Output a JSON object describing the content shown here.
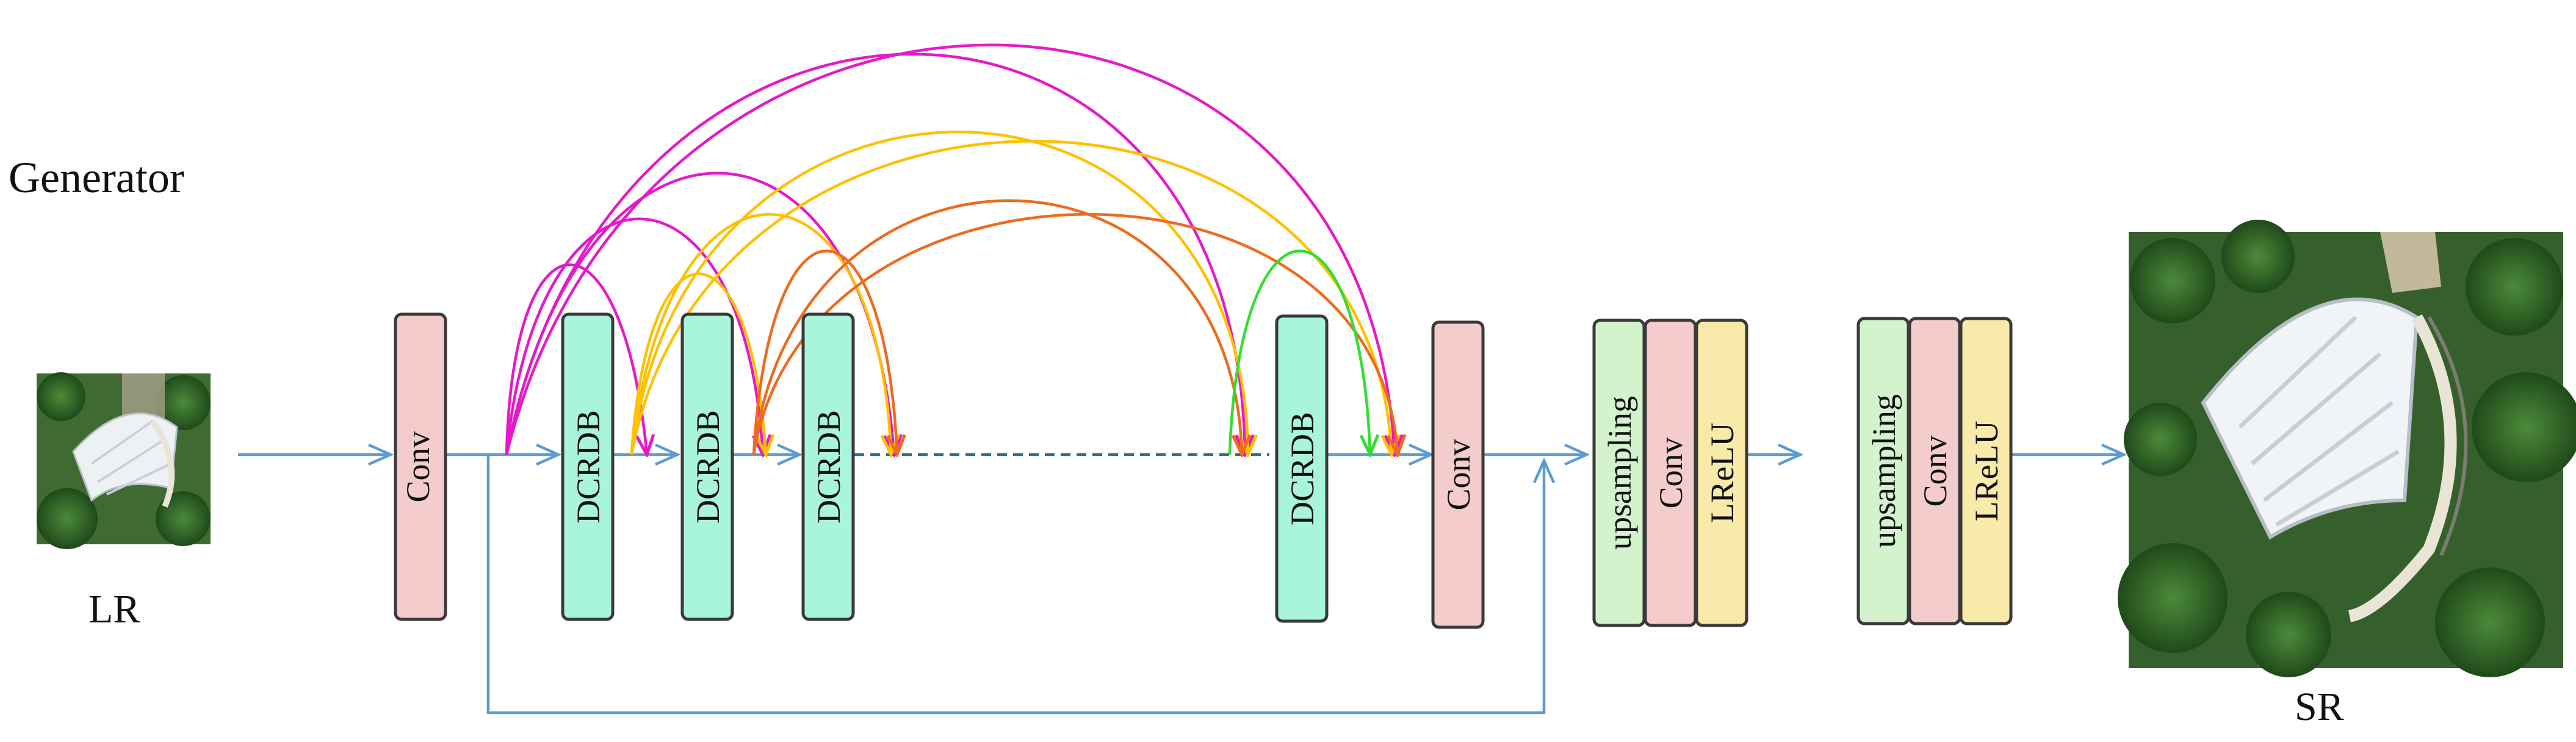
{
  "diagram": {
    "title": "Generator",
    "input_label": "LR",
    "output_label": "SR",
    "blocks": {
      "conv_in": "Conv",
      "dcrdb_1": "DCRDB",
      "dcrdb_2": "DCRDB",
      "dcrdb_3": "DCRDB",
      "dcrdb_n": "DCRDB",
      "conv_mid": "Conv",
      "ups1_up": "upsampling",
      "ups1_conv": "Conv",
      "ups1_act": "LReLU",
      "ups2_up": "upsampling",
      "ups2_conv": "Conv",
      "ups2_act": "LReLU"
    },
    "colors": {
      "conv": "#f4cccc",
      "dcrdb": "#a9f5dc",
      "upsampling": "#d3f3cc",
      "lrelu": "#f8eaa8",
      "flow_arrow": "#5b9bd5",
      "dense_arcs_a": "#e619c8",
      "dense_arcs_b": "#ffc000",
      "dense_arcs_c": "#ed6b1e",
      "dense_arcs_d": "#33dd33"
    }
  }
}
